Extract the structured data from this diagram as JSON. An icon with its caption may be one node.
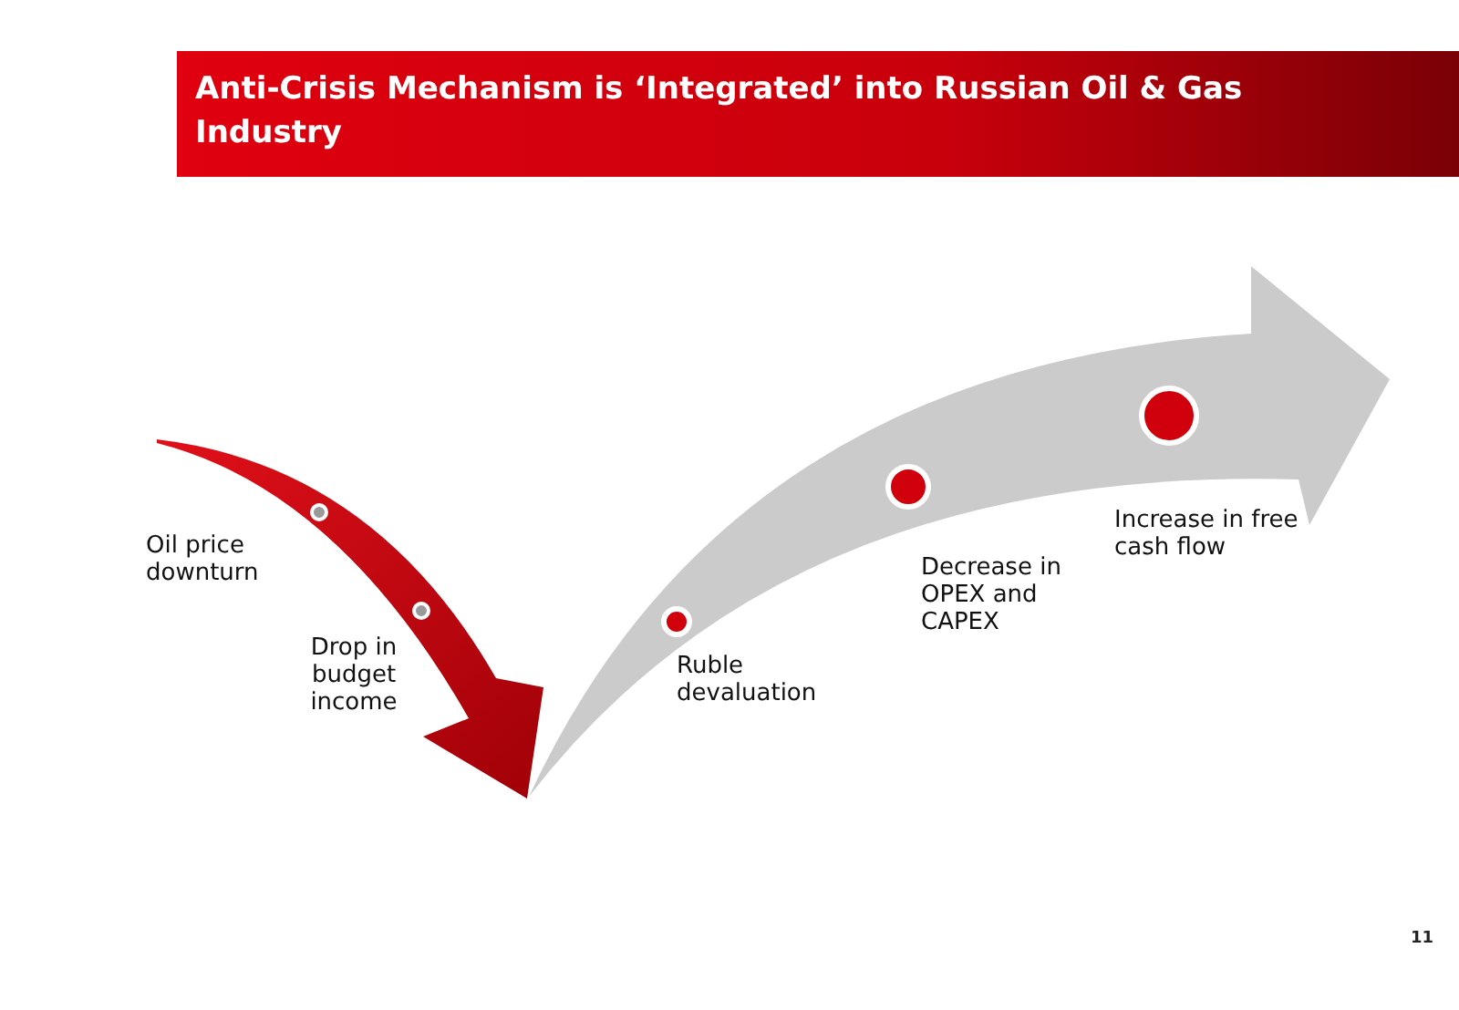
{
  "diagram": {
    "title": "Anti-Crisis Mechanism is ‘Integrated’ into Russian Oil & Gas Industry",
    "labels": [
      "Oil price downturn",
      "Drop in budget income",
      "Ruble devaluation",
      "Decrease in OPEX and CAPEX",
      "Increase in free cash flow",
      "11"
    ]
  }
}
